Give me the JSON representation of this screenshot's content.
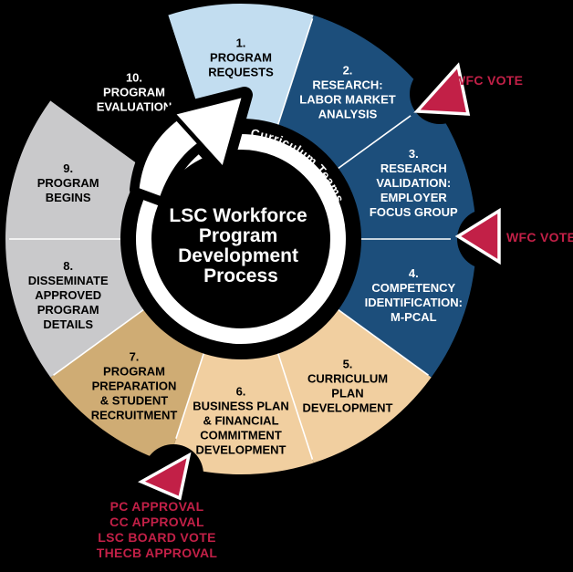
{
  "title": "LSC Workforce Program Development Process",
  "center": {
    "lines": [
      "LSC Workforce",
      "Program",
      "Development",
      "Process"
    ]
  },
  "ring_label": "Curriculum Teams",
  "colors": {
    "background": "#000000",
    "light_blue": "#C2DDF0",
    "dark_blue": "#1C4E7B",
    "tan": "#F1CFA0",
    "dark_tan": "#CFAC74",
    "gray": "#C9C9CB",
    "black": "#000000",
    "white": "#FFFFFF",
    "red": "#C22047"
  },
  "wheel": {
    "segments": [
      {
        "number": "1.",
        "lines": [
          "PROGRAM",
          "REQUESTS"
        ],
        "color_key": "light_blue",
        "text_color": "#000000"
      },
      {
        "number": "2.",
        "lines": [
          "RESEARCH:",
          "LABOR MARKET",
          "ANALYSIS"
        ],
        "color_key": "dark_blue",
        "text_color": "#FFFFFF"
      },
      {
        "number": "3.",
        "lines": [
          "RESEARCH",
          "VALIDATION:",
          "EMPLOYER",
          "FOCUS GROUP"
        ],
        "color_key": "dark_blue",
        "text_color": "#FFFFFF"
      },
      {
        "number": "4.",
        "lines": [
          "COMPETENCY",
          "IDENTIFICATION:",
          "M-PCAL"
        ],
        "color_key": "dark_blue",
        "text_color": "#FFFFFF"
      },
      {
        "number": "5.",
        "lines": [
          "CURRICULUM",
          "PLAN",
          "DEVELOPMENT"
        ],
        "color_key": "tan",
        "text_color": "#000000"
      },
      {
        "number": "6.",
        "lines": [
          "BUSINESS PLAN",
          "& FINANCIAL",
          "COMMITMENT",
          "DEVELOPMENT"
        ],
        "color_key": "tan",
        "text_color": "#000000"
      },
      {
        "number": "7.",
        "lines": [
          "PROGRAM",
          "PREPARATION",
          "& STUDENT",
          "RECRUITMENT"
        ],
        "color_key": "dark_tan",
        "text_color": "#000000"
      },
      {
        "number": "8.",
        "lines": [
          "DISSEMINATE",
          "APPROVED",
          "PROGRAM",
          "DETAILS"
        ],
        "color_key": "gray",
        "text_color": "#000000"
      },
      {
        "number": "9.",
        "lines": [
          "PROGRAM",
          "BEGINS"
        ],
        "color_key": "gray",
        "text_color": "#000000"
      },
      {
        "number": "10.",
        "lines": [
          "PROGRAM",
          "EVALUATION"
        ],
        "color_key": "black",
        "text_color": "#FFFFFF"
      }
    ]
  },
  "annotations": {
    "wfc_vote_labels": [
      "WFC VOTE",
      "WFC VOTE"
    ],
    "board_approval": {
      "lines": [
        "PC APPROVAL",
        "CC APPROVAL",
        "LSC BOARD VOTE",
        "THECB APPROVAL"
      ]
    }
  }
}
